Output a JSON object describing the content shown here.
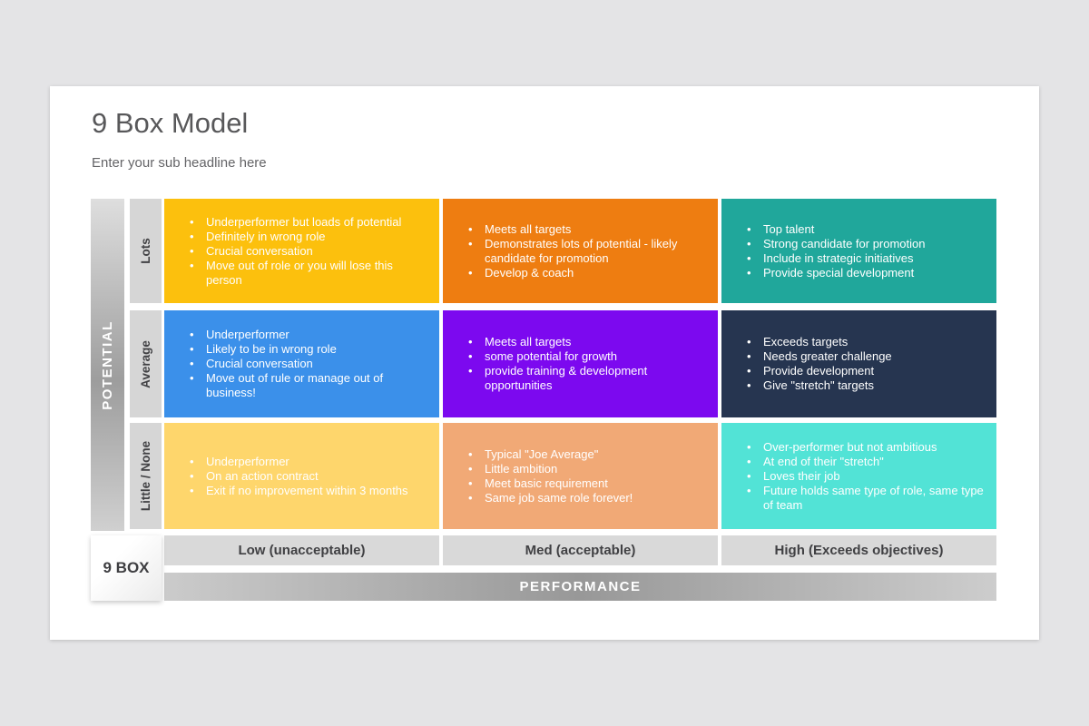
{
  "slide": {
    "title": "9 Box Model",
    "subtitle": "Enter your sub headline here",
    "matrix": {
      "corner_label": "9 BOX",
      "y_axis": {
        "label": "POTENTIAL"
      },
      "x_axis": {
        "label": "PERFORMANCE"
      },
      "row_labels": [
        "Lots",
        "Average",
        "Little / None"
      ],
      "column_labels": [
        "Low (unacceptable)",
        "Med (acceptable)",
        "High (Exceeds objectives)"
      ],
      "cells": [
        {
          "row": "Lots",
          "column": "Low (unacceptable)",
          "color": "#fcc00d",
          "bullets": [
            "Underperformer but loads of potential",
            "Definitely in wrong role",
            "Crucial conversation",
            "Move out of role or you will lose this person"
          ]
        },
        {
          "row": "Lots",
          "column": "Med (acceptable)",
          "color": "#ee7d11",
          "bullets": [
            "Meets all targets",
            "Demonstrates lots of potential - likely candidate for promotion",
            "Develop & coach"
          ]
        },
        {
          "row": "Lots",
          "column": "High (Exceeds objectives)",
          "color": "#20a79b",
          "bullets": [
            "Top talent",
            "Strong candidate for promotion",
            "Include in strategic initiatives",
            "Provide special development"
          ]
        },
        {
          "row": "Average",
          "column": "Low (unacceptable)",
          "color": "#3b90ea",
          "bullets": [
            "Underperformer",
            "Likely to be in wrong role",
            "Crucial conversation",
            "Move out of rule or manage out of business!"
          ]
        },
        {
          "row": "Average",
          "column": "Med (acceptable)",
          "color": "#7c09ef",
          "bullets": [
            "Meets all targets",
            "some potential for growth",
            "provide training & development opportunities"
          ]
        },
        {
          "row": "Average",
          "column": "High (Exceeds objectives)",
          "color": "#263550",
          "bullets": [
            "Exceeds targets",
            "Needs greater challenge",
            "Provide development",
            "Give \"stretch\" targets"
          ]
        },
        {
          "row": "Little / None",
          "column": "Low (unacceptable)",
          "color": "#fed66c",
          "bullets": [
            "Underperformer",
            "On an action contract",
            "Exit if no improvement within 3 months"
          ]
        },
        {
          "row": "Little / None",
          "column": "Med (acceptable)",
          "color": "#f1a976",
          "bullets": [
            "Typical \"Joe Average\"",
            "Little ambition",
            "Meet basic requirement",
            "Same job same role forever!"
          ]
        },
        {
          "row": "Little / None",
          "column": "High (Exceeds objectives)",
          "color": "#52e3d6",
          "bullets": [
            "Over-performer but not ambitious",
            "At end of their \"stretch\"",
            "Loves their job",
            "Future holds same type of role, same type of team"
          ]
        }
      ]
    }
  }
}
